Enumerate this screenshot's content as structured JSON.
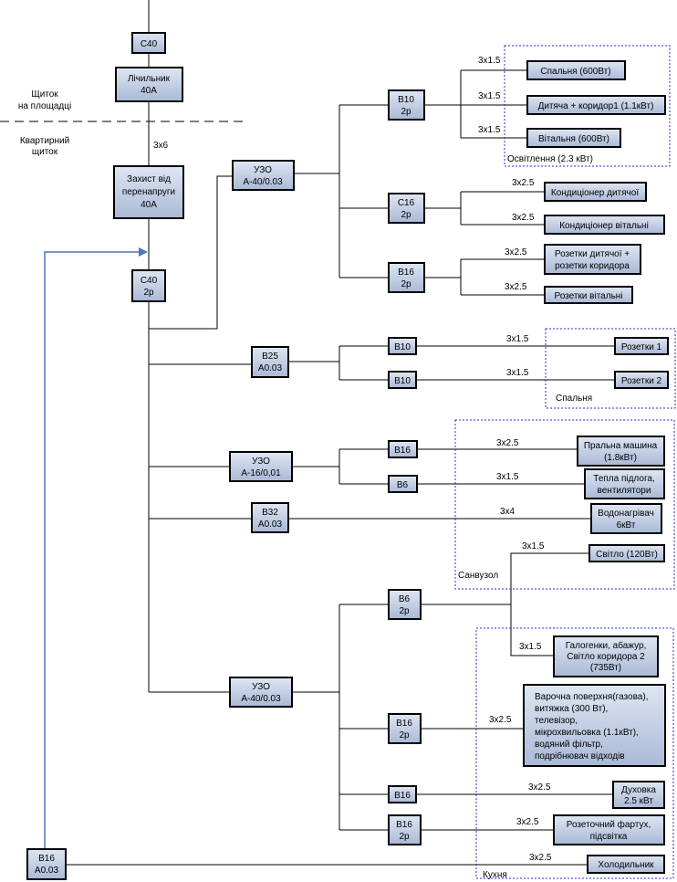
{
  "colors": {
    "box_fill_top": "#dfe6f3",
    "box_fill_bottom": "#a9b9d6",
    "feed_arrow": "#4a78b6",
    "zone_border": "#2b2bd6"
  },
  "main": {
    "c40_top": "C40",
    "meter": [
      "Лічильник",
      "40A"
    ],
    "separator_top": [
      "Щиток",
      "на площадці"
    ],
    "separator_bottom": [
      "Квартирний",
      "щиток"
    ],
    "cable_main": "3x6",
    "surge": [
      "Захист від",
      "перенапруги",
      "40A"
    ],
    "c40_2p": [
      "C40",
      "2p"
    ]
  },
  "groups": {
    "uzo1": [
      "УЗО",
      "А-40/0.03"
    ],
    "b10_light": [
      "B10",
      "2p"
    ],
    "light_cables": [
      "3x1.5",
      "3x1.5",
      "3x1.5"
    ],
    "light_loads": [
      "Спальня (600Вт)",
      "Дитяча + коридор1 (1.1кВт)",
      "Вітальня (600Вт)"
    ],
    "light_zone": "Освітлення (2.3 кВт)",
    "c16": [
      "C16",
      "2p"
    ],
    "ac_cables": [
      "3x2.5",
      "3x2.5"
    ],
    "ac_loads": [
      "Кондиціонер дитячої",
      "Кондиціонер вітальні"
    ],
    "b16_sockets": [
      "B16",
      "2p"
    ],
    "socket_cables": [
      "3x2.5",
      "3x2.5"
    ],
    "socket_loads": [
      [
        "Розетки дитячої +",
        "розетки коридора"
      ],
      [
        "Розетки вітальні"
      ]
    ],
    "b25": [
      "B25",
      "A0.03"
    ],
    "b10_a": "B10",
    "b10_b": "B10",
    "bedroom_cables": [
      "3x1.5",
      "3x1.5"
    ],
    "bedroom_loads": [
      "Розетки 1",
      "Розетки 2"
    ],
    "bedroom_zone": "Спальня",
    "uzo2": [
      "УЗО",
      "А-16/0,01"
    ],
    "b16_wash": "B16",
    "b6_floor": "B6",
    "wash_cable": "3x2.5",
    "floor_cable": "3x1.5",
    "wash_load": [
      "Пральна машина",
      "(1.8кВт)"
    ],
    "floor_load": [
      "Тепла підлога,",
      "вентилятори"
    ],
    "b32": [
      "B32",
      "A0.03"
    ],
    "heater_cable": "3x4",
    "heater_load": [
      "Водонагрівач",
      "6кВт"
    ],
    "light120_cable": "3x1.5",
    "light120_load": "Світло (120Вт)",
    "bath_zone": "Санвузол",
    "uzo3": [
      "УЗО",
      "А-40/0.03"
    ],
    "b6_2p": [
      "B6",
      "2p"
    ],
    "halogen_cable": "3x1.5",
    "halogen_load": [
      "Галогенки, абажур,",
      "Світло коридора 2",
      "(735Вт)"
    ],
    "b16_stove": [
      "B16",
      "2p"
    ],
    "stove_cable": "3x2.5",
    "stove_load": [
      "Варочна поверхня(газова),",
      "витяжка (300 Вт),",
      "телевізор,",
      "мікрохвильовка (1.1кВт),",
      "водяний фільтр,",
      "подрібнювач відходів"
    ],
    "b16_oven": "B16",
    "oven_cable": "3x2.5",
    "oven_load": [
      "Духовка",
      "2.5 кВт"
    ],
    "b16_apron": [
      "B16",
      "2p"
    ],
    "apron_cable": "3x2.5",
    "apron_load": [
      "Розеточний фартух,",
      "підсвітка"
    ],
    "b16_fridge": [
      "B16",
      "A0.03"
    ],
    "fridge_cable": "3x2.5",
    "fridge_load": "Холодильник",
    "kitchen_zone": "Кухня"
  }
}
